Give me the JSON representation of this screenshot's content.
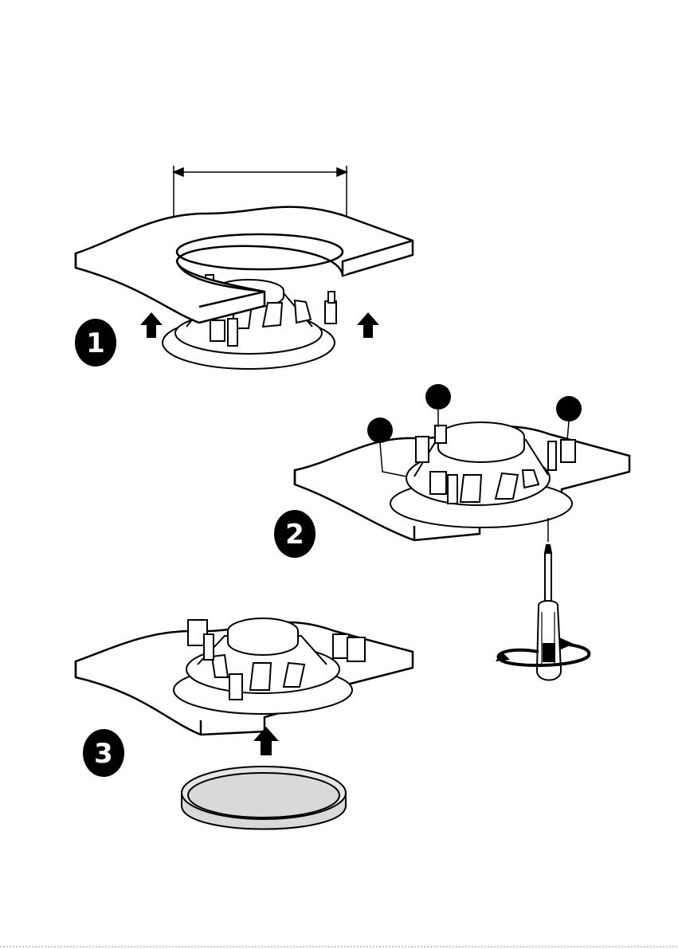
{
  "steps": [
    {
      "number": "1"
    },
    {
      "number": "2"
    },
    {
      "number": "3"
    }
  ],
  "colors": {
    "line": "#000000",
    "fill": "#ffffff",
    "grille": "#d9d9d9"
  },
  "icons": [
    "dimension-arrow-icon",
    "push-up-arrow-icon",
    "screwdriver-icon",
    "rotate-icon",
    "callout-dot-icon"
  ]
}
